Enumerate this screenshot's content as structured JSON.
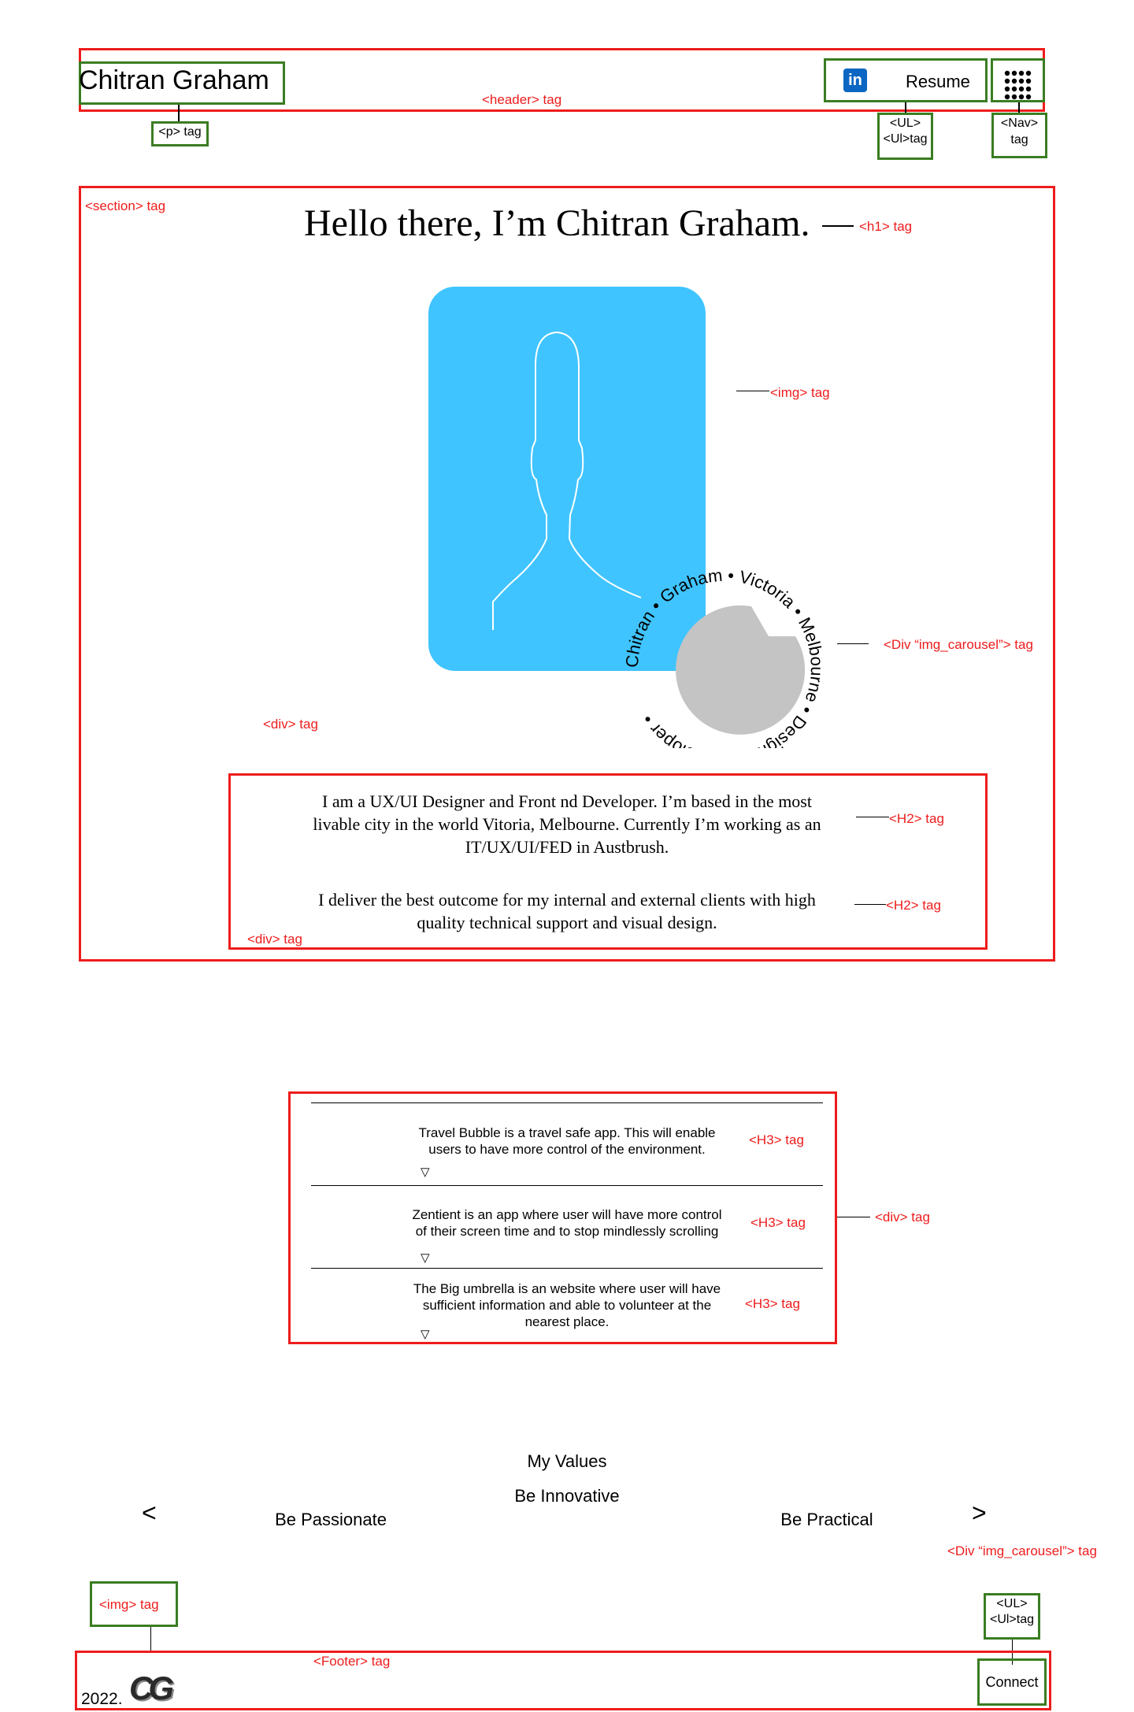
{
  "header": {
    "name": "Chitran Graham",
    "resume_label": "Resume",
    "tag_label": "<header> tag",
    "p_tag_label": "<p> tag",
    "ul_tag_label_1": "<UL>",
    "ul_tag_label_2": "<Ul>tag",
    "nav_tag_label_1": "<Nav>",
    "nav_tag_label_2": "tag"
  },
  "hero": {
    "section_tag_label": "<section> tag",
    "title": "Hello there, I’m Chitran Graham.",
    "h1_tag_label": "<h1> tag",
    "img_tag_label": "<img> tag",
    "carousel_tag_label": "<Div “img_carousel”> tag",
    "div_tag_label": "<div> tag",
    "ring_words": [
      "Chitran",
      "Graham",
      "Victoria",
      "Melbourne",
      "Designer",
      "Developer"
    ]
  },
  "about": {
    "paragraph_1_line_1": "I am a UX/UI Designer and Front nd Developer.  I’m based in the most",
    "paragraph_1_line_2": "livable city in the world Vitoria, Melbourne. Currently I’m working as an",
    "paragraph_1_line_3": "IT/UX/UI/FED in Austbrush.",
    "paragraph_2_line_1": "I deliver the best  outcome for my internal and external clients with high",
    "paragraph_2_line_2": "quality technical support and visual design.",
    "h2_tag_label": "<H2> tag",
    "div_tag_label": "<div> tag"
  },
  "projects": {
    "items": [
      {
        "line_1": "Travel Bubble is a travel safe app. This will enable",
        "line_2": "users to have more control of the environment.",
        "line_3": "",
        "tag": "<H3> tag"
      },
      {
        "line_1": "Zentient is an app where user will have more control",
        "line_2": "of their screen time and to stop mindlessly scrolling",
        "line_3": "",
        "tag": "<H3> tag"
      },
      {
        "line_1": "The Big umbrella is an website where user will have",
        "line_2": "sufficient information and able to volunteer at the",
        "line_3": "nearest place.",
        "tag": "<H3> tag"
      }
    ],
    "toggle_symbol": "▽",
    "div_tag_label": "<div> tag"
  },
  "values": {
    "title": "My Values",
    "prev": "<",
    "next": ">",
    "left": "Be Passionate",
    "center": "Be Innovative",
    "right": "Be Practical",
    "carousel_tag_label": "<Div “img_carousel”> tag"
  },
  "footer": {
    "img_tag_label": "<img> tag",
    "ul_tag_label_1": "<UL>",
    "ul_tag_label_2": "<Ul>tag",
    "tag_label": "<Footer> tag",
    "year": "2022.",
    "logo_text": "CG",
    "connect_label": "Connect"
  },
  "colors": {
    "annotation": "#ee1c1c",
    "element_box": "#3a7d22",
    "photo_bg": "#40c4ff",
    "carousel_disc": "#c4c4c4",
    "linkedin": "#0a66c2"
  }
}
